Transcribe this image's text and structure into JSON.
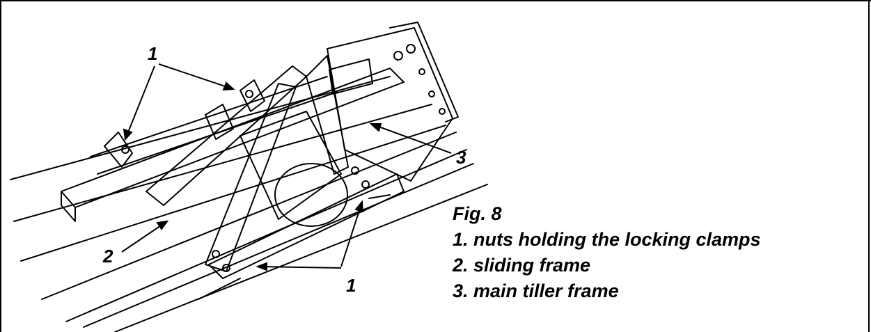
{
  "figure": {
    "title": "Fig. 8",
    "legend": [
      "1. nuts holding the locking clamps",
      "2. sliding frame",
      "3. main tiller frame"
    ]
  },
  "callouts": {
    "nuts_top": "1",
    "nuts_bottom": "1",
    "sliding_frame": "2",
    "main_frame": "3"
  },
  "colors": {
    "ink": "#000000",
    "paper": "#ffffff"
  }
}
